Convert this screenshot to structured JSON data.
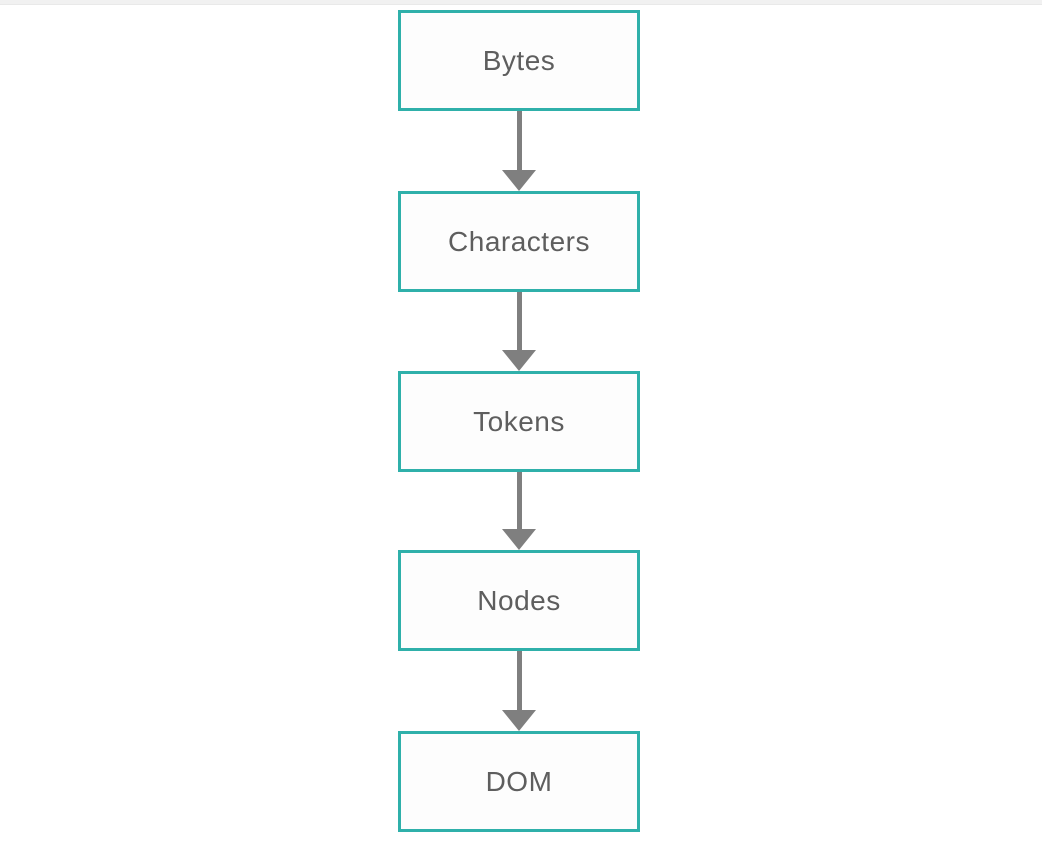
{
  "diagram": {
    "type": "flowchart",
    "direction": "top-down",
    "nodes": [
      {
        "id": "bytes",
        "label": "Bytes"
      },
      {
        "id": "characters",
        "label": "Characters"
      },
      {
        "id": "tokens",
        "label": "Tokens"
      },
      {
        "id": "nodes",
        "label": "Nodes"
      },
      {
        "id": "dom",
        "label": "DOM"
      }
    ],
    "edges": [
      {
        "from": "bytes",
        "to": "characters"
      },
      {
        "from": "characters",
        "to": "tokens"
      },
      {
        "from": "tokens",
        "to": "nodes"
      },
      {
        "from": "nodes",
        "to": "dom"
      }
    ],
    "colors": {
      "node_border": "#2FB0AA",
      "node_fill": "#FDFDFD",
      "label_text": "#5E5E5E",
      "arrow": "#7F7F7F",
      "page_background": "#FFFFFF",
      "top_strip": "#F1F1F1"
    }
  }
}
